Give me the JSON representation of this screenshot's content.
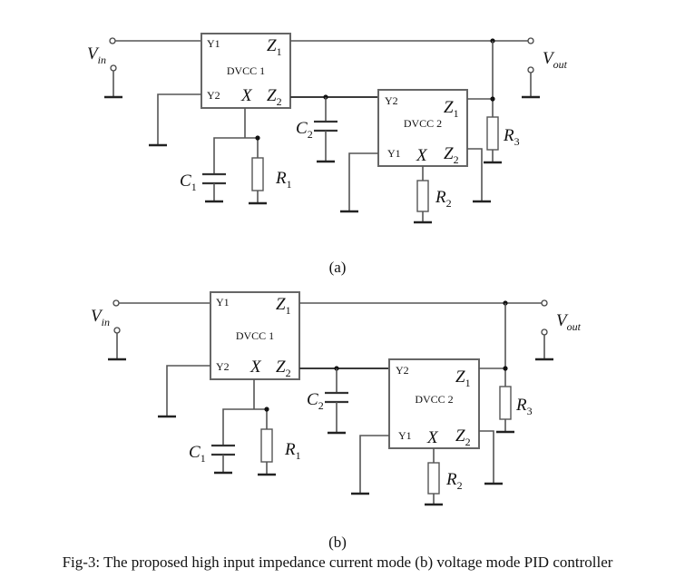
{
  "figure": {
    "caption": "Fig-3: The proposed high input impedance current mode (b) voltage mode PID controller",
    "panels": [
      {
        "id": "a",
        "label": "(a)",
        "blocks": [
          {
            "name": "DVCC 1",
            "pins": {
              "y1": "Y1",
              "y2": "Y2",
              "x": "X",
              "z1": "Z",
              "z1_sub": "1",
              "z2": "Z",
              "z2_sub": "2"
            }
          },
          {
            "name": "DVCC 2",
            "pins": {
              "y1": "Y1",
              "y2": "Y2",
              "x": "X",
              "z1": "Z",
              "z1_sub": "1",
              "z2": "Z",
              "z2_sub": "2"
            }
          }
        ],
        "components": {
          "c1": {
            "sym": "C",
            "sub": "1"
          },
          "c2": {
            "sym": "C",
            "sub": "2"
          },
          "r1": {
            "sym": "R",
            "sub": "1"
          },
          "r2": {
            "sym": "R",
            "sub": "2"
          },
          "r3": {
            "sym": "R",
            "sub": "3"
          }
        },
        "vin": {
          "sym": "V",
          "sub": "in"
        },
        "vout": {
          "sym": "V",
          "sub": "out"
        }
      },
      {
        "id": "b",
        "label": "(b)",
        "blocks": [
          {
            "name": "DVCC 1",
            "pins": {
              "y1": "Y1",
              "y2": "Y2",
              "x": "X",
              "z1": "Z",
              "z1_sub": "1",
              "z2": "Z",
              "z2_sub": "2"
            }
          },
          {
            "name": "DVCC 2",
            "pins": {
              "y1": "Y1",
              "y2": "Y2",
              "x": "X",
              "z1": "Z",
              "z1_sub": "1",
              "z2": "Z",
              "z2_sub": "2"
            }
          }
        ],
        "components": {
          "c1": {
            "sym": "C",
            "sub": "1"
          },
          "c2": {
            "sym": "C",
            "sub": "2"
          },
          "r1": {
            "sym": "R",
            "sub": "1"
          },
          "r2": {
            "sym": "R",
            "sub": "2"
          },
          "r3": {
            "sym": "R",
            "sub": "3"
          }
        },
        "vin": {
          "sym": "V",
          "sub": "in"
        },
        "vout": {
          "sym": "V",
          "sub": "out"
        }
      }
    ]
  }
}
